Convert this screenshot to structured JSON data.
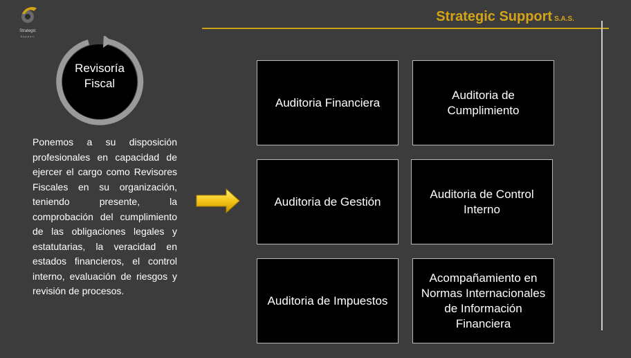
{
  "header": {
    "logo_text": "Strategic",
    "logo_subtext": "Support",
    "brand": "Strategic Support",
    "brand_suffix": "S.A.S."
  },
  "hero": {
    "title": "Revisoría Fiscal"
  },
  "description": "Ponemos a su disposición profesionales en capacidad de ejercer el cargo como Revisores Fiscales en su organización, teniendo presente, la comprobación del cumplimiento de las obligaciones legales y estatutarias, la veracidad en estados financieros, el control interno, evaluación de riesgos y revisión de procesos.",
  "cards": [
    "Auditoria Financiera",
    "Auditoria de Cumplimiento",
    "Auditoria de Gestión",
    "Auditoria de Control Interno",
    "Auditoria de Impuestos",
    "Acompañamiento en Normas Internacionales de Información Financiera"
  ],
  "colors": {
    "background": "#3c3c3c",
    "accent": "#d4a417",
    "card": "#000000",
    "arrow": "#f5c518"
  }
}
